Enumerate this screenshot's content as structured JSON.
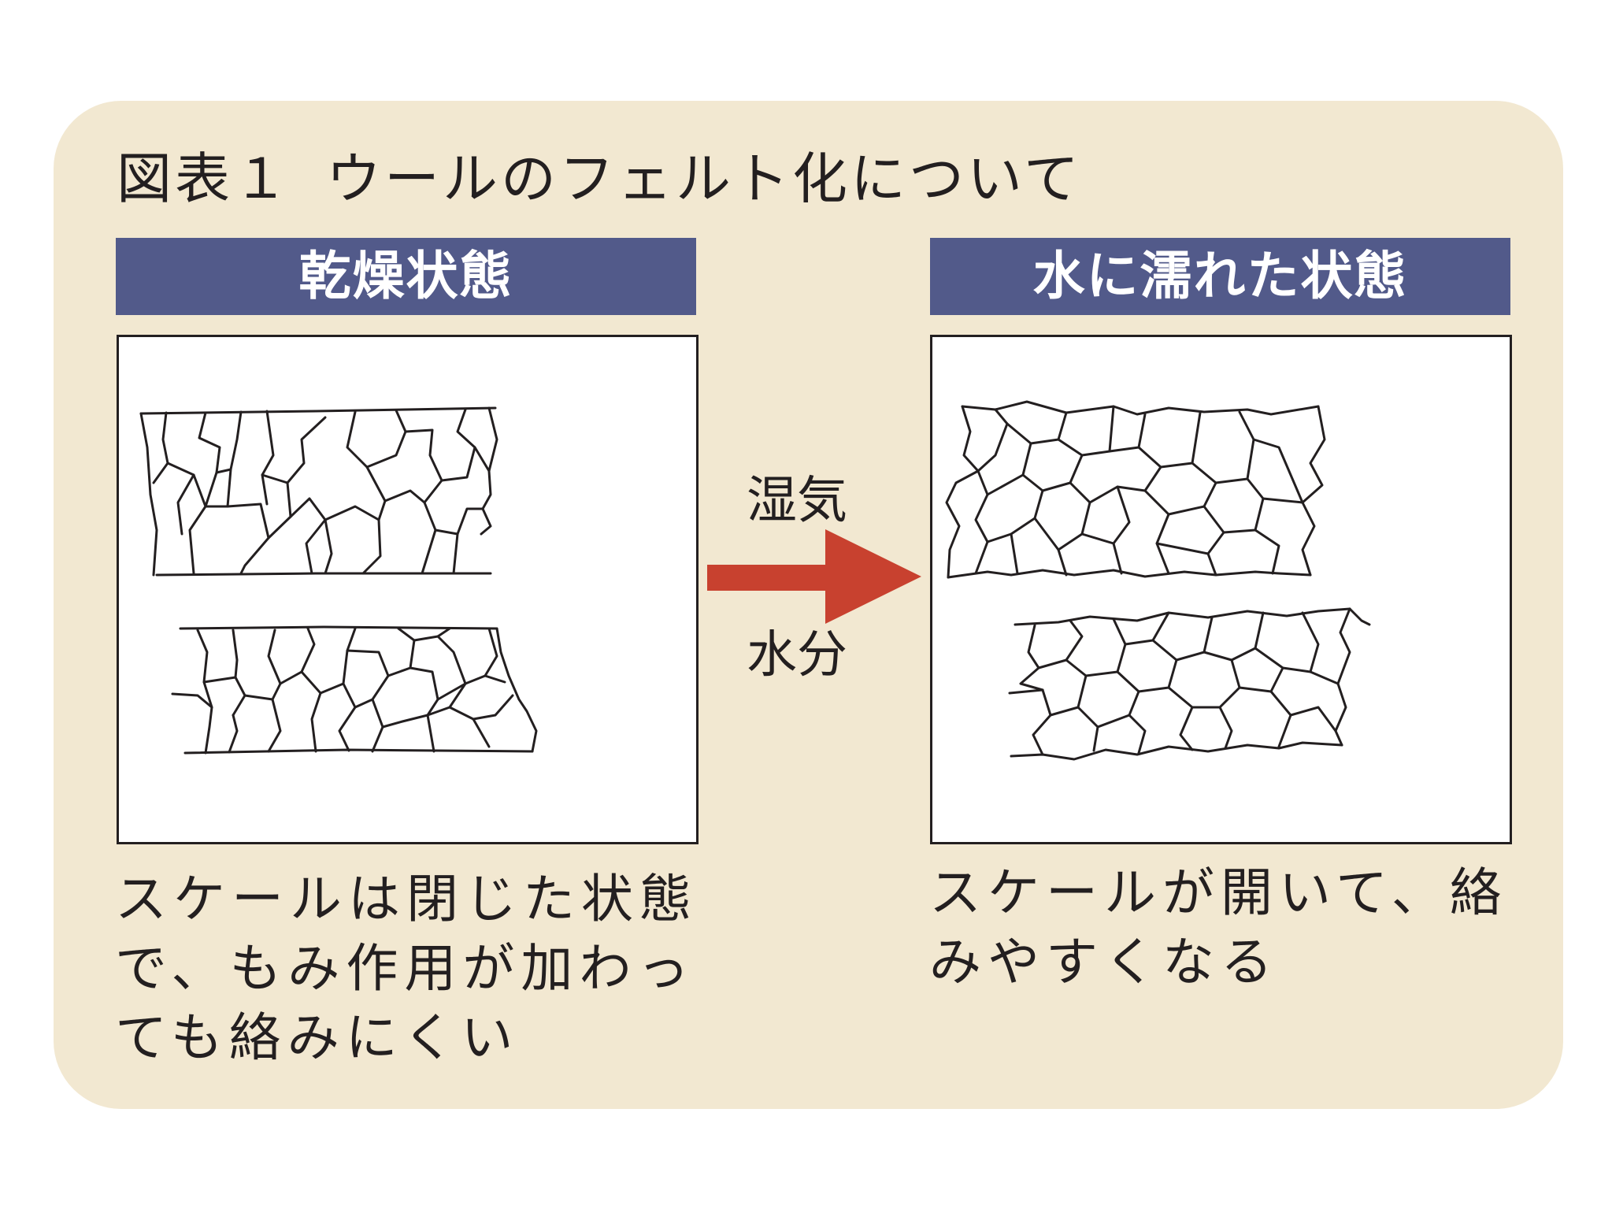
{
  "title": {
    "number": "図表１",
    "text": "ウールのフェルト化について"
  },
  "left": {
    "header": "乾燥状態",
    "caption": [
      "スケールは閉じた状態",
      "で、もみ作用が加わっ",
      "ても絡みにくい"
    ]
  },
  "right": {
    "header": "水に濡れた状態",
    "caption": [
      "スケールが開いて、絡",
      "みやすくなる"
    ]
  },
  "arrow": {
    "label_top": "湿気",
    "label_bottom": "水分"
  },
  "colors": {
    "panel": "#f2e8d1",
    "header": "#525a8a",
    "arrow": "#c8412f",
    "line": "#231f20"
  }
}
